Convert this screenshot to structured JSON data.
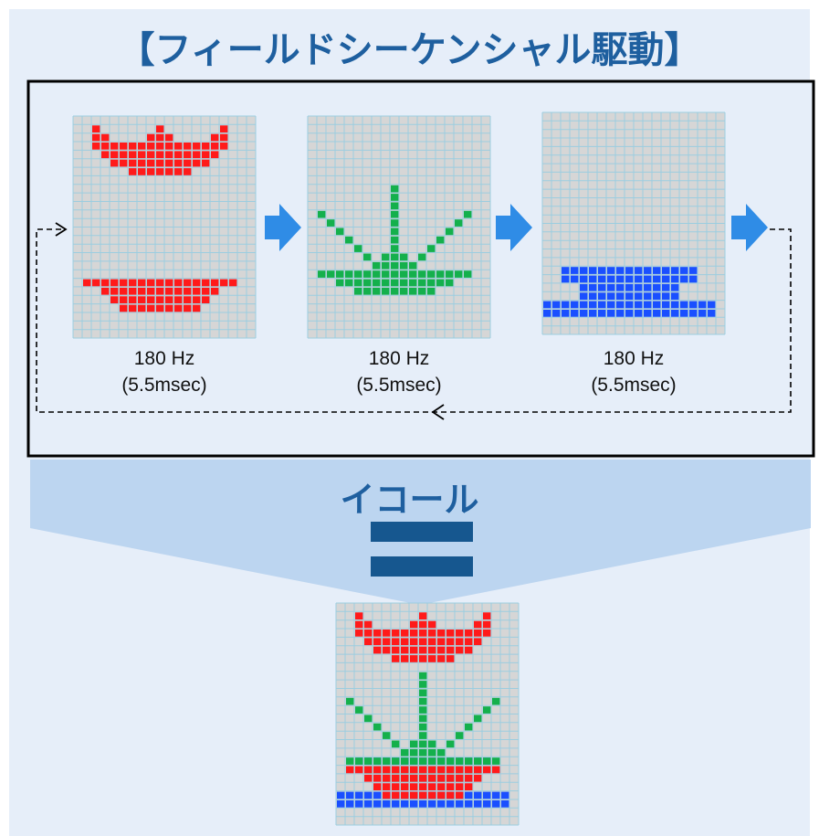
{
  "title": "【フィールドシーケンシャル駆動】",
  "equals_label": "イコール",
  "fields": [
    {
      "name": "red",
      "color": "#ff1a1a",
      "freq": "180 Hz",
      "period": "(5.5msec)"
    },
    {
      "name": "green",
      "color": "#14b04c",
      "freq": "180 Hz",
      "period": "(5.5msec)"
    },
    {
      "name": "blue",
      "color": "#1a4fff",
      "freq": "180 Hz",
      "period": "(5.5msec)"
    }
  ],
  "colors": {
    "background": "#e6eef9",
    "band": "#bcd5f0",
    "title": "#1e5f9f",
    "equals_sign": "#16578f",
    "arrow": "#2f8ce6",
    "panel": "#d6d6d6",
    "grid": "#9ccde0",
    "white_pixel": "#ffffff"
  }
}
